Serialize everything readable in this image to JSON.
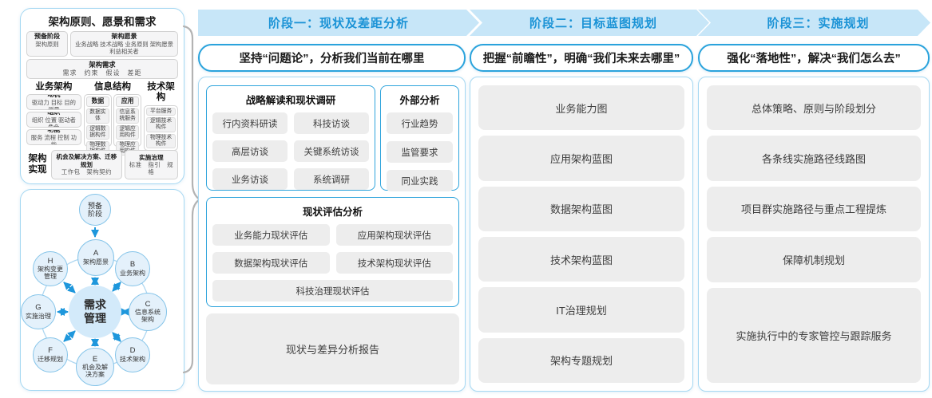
{
  "left_top": {
    "title": "架构原则、愿景和需求",
    "prep": {
      "title": "预备阶段",
      "sub": "架构原则"
    },
    "vision": {
      "title": "架构愿景",
      "sub": "业务战略 技术战略 业务原则 架构愿景 利益相关者"
    },
    "requirement": {
      "title": "架构需求",
      "sub": "需求　约束　假设　差距"
    },
    "business": {
      "title": "业务架构",
      "groups": [
        {
          "title": "动机",
          "sub": "驱动力 目标 目的 测量"
        },
        {
          "title": "组织",
          "sub": "组织 位置 驱动者 角色"
        },
        {
          "title": "功能",
          "sub": "服务 流程 控制 功能"
        }
      ]
    },
    "information": {
      "title": "信息结构",
      "columns": [
        {
          "title": "数据",
          "items": [
            "数据实体",
            "逻辑数据构件",
            "物理数据构件"
          ]
        },
        {
          "title": "应用",
          "items": [
            "信息系统服务",
            "逻辑应用构件",
            "物理应用构件"
          ]
        }
      ]
    },
    "technology": {
      "title": "技术架构",
      "items": [
        "平台服务",
        "逻辑技术构件",
        "物理技术构件"
      ]
    },
    "implementation": {
      "label": "架构实现",
      "opportunity": {
        "title": "机会及解决方案、迁移规划",
        "sub": "工作包　架构契约"
      },
      "governance": {
        "title": "实施治理",
        "sub": "标准　指引　规格"
      }
    }
  },
  "adm": {
    "prep": "预备阶段",
    "center": "需求管理",
    "nodes": [
      {
        "letter": "A",
        "name": "架构愿景"
      },
      {
        "letter": "B",
        "name": "业务架构"
      },
      {
        "letter": "C",
        "name": "信息系统架构"
      },
      {
        "letter": "D",
        "name": "技术架构"
      },
      {
        "letter": "E",
        "name": "机会及解决方案"
      },
      {
        "letter": "F",
        "name": "迁移规划"
      },
      {
        "letter": "G",
        "name": "实施治理"
      },
      {
        "letter": "H",
        "name": "架构变更管理"
      }
    ]
  },
  "phase1": {
    "header": "阶段一：现状及差距分析",
    "subtitle": "坚持“问题论”，分析我们当前在哪里",
    "strategy": {
      "title": "战略解读和现状调研",
      "items": [
        "行内资料研读",
        "科技访谈",
        "高层访谈",
        "关键系统访谈",
        "业务访谈",
        "系统调研"
      ]
    },
    "external": {
      "title": "外部分析",
      "items": [
        "行业趋势",
        "监管要求",
        "同业实践"
      ]
    },
    "assessment": {
      "title": "现状评估分析",
      "items": [
        "业务能力现状评估",
        "应用架构现状评估",
        "数据架构现状评估",
        "技术架构现状评估",
        "科技治理现状评估"
      ]
    },
    "report": "现状与差异分析报告"
  },
  "phase2": {
    "header": "阶段二：目标蓝图规划",
    "subtitle": "把握“前瞻性”，明确“我们未来去哪里”",
    "items": [
      "业务能力图",
      "应用架构蓝图",
      "数据架构蓝图",
      "技术架构蓝图",
      "IT治理规划",
      "架构专题规划"
    ]
  },
  "phase3": {
    "header": "阶段三：实施规划",
    "subtitle": "强化“落地性”，解决“我们怎么去”",
    "items": [
      "总体策略、原则与阶段划分",
      "各条线实施路径线路图",
      "项目群实施路径与重点工程提炼",
      "保障机制规划",
      "实施执行中的专家管控与跟踪服务"
    ]
  },
  "colors": {
    "band_bg": "#c7e6f8",
    "band_text": "#1b93d6",
    "accent_border": "#2aa3dc",
    "panel_border": "#a6d8f2",
    "gray_box": "#ededed",
    "arrow_blue": "#1e97dc"
  }
}
